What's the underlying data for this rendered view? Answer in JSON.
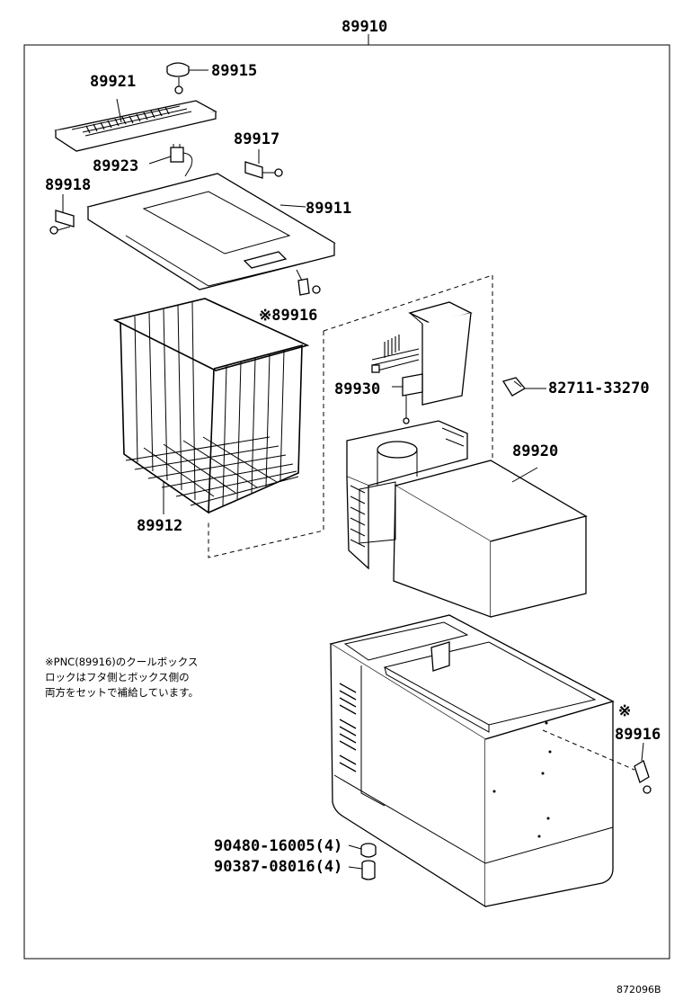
{
  "diagram": {
    "assembly_label": "89910",
    "parts": {
      "p89921": "89921",
      "p89915": "89915",
      "p89917": "89917",
      "p89923": "89923",
      "p89918": "89918",
      "p89911": "89911",
      "p89916_top": "※89916",
      "p89930": "89930",
      "p82711": "82711-33270",
      "p89920": "89920",
      "p89912": "89912",
      "p89916_side_mark": "※",
      "p89916_side": "89916",
      "p90480": "90480-16005(4)",
      "p90387": "90387-08016(4)"
    },
    "note_lines": [
      "※PNC(89916)のクールボックス",
      "ロックはフタ側とボックス側の",
      "両方をセットで補給しています。"
    ],
    "drawing_code": "872096B"
  }
}
